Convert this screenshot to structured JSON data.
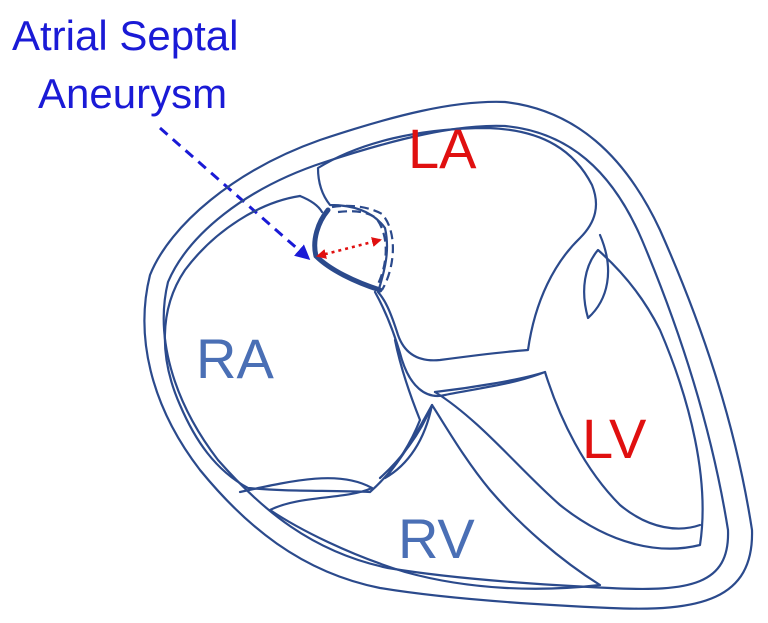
{
  "title": {
    "line1": "Atrial Septal",
    "line2": "Aneurysm"
  },
  "labels": {
    "la": "LA",
    "ra": "RA",
    "lv": "LV",
    "rv": "RV"
  },
  "colors": {
    "title": "#1a1ad6",
    "left_chambers": "#e01010",
    "right_chambers": "#4a6fb5",
    "outline": "#2b4a8c",
    "excursion_arrow": "#e01010"
  }
}
